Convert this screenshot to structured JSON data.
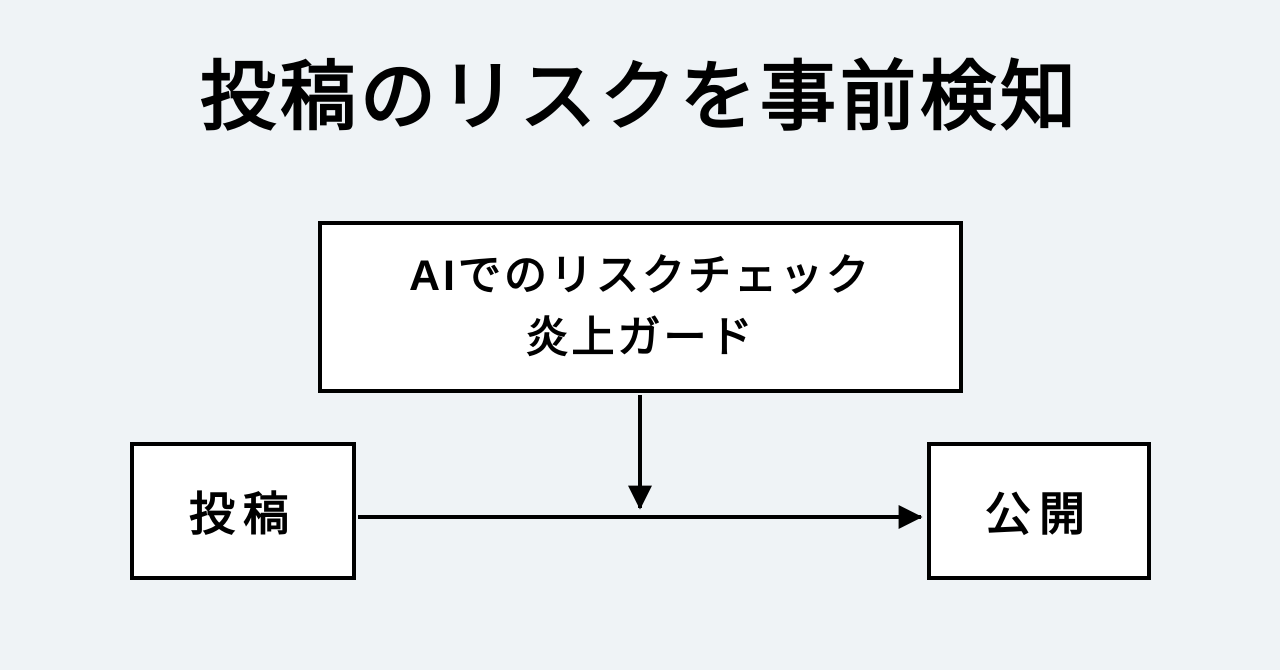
{
  "title": "投稿のリスクを事前検知",
  "diagram": {
    "ai_box": {
      "line1": "AIでのリスクチェック",
      "line2": "炎上ガード"
    },
    "post_box": {
      "label": "投稿"
    },
    "publish_box": {
      "label": "公開"
    },
    "connectors": [
      {
        "name": "post-to-publish-arrow",
        "direction": "right"
      },
      {
        "name": "ai-check-to-flow-arrow",
        "direction": "down"
      }
    ],
    "colors": {
      "background": "#eff3f6",
      "box_fill": "#ffffff",
      "box_border": "#000000",
      "arrow": "#000000",
      "text": "#000000"
    }
  }
}
